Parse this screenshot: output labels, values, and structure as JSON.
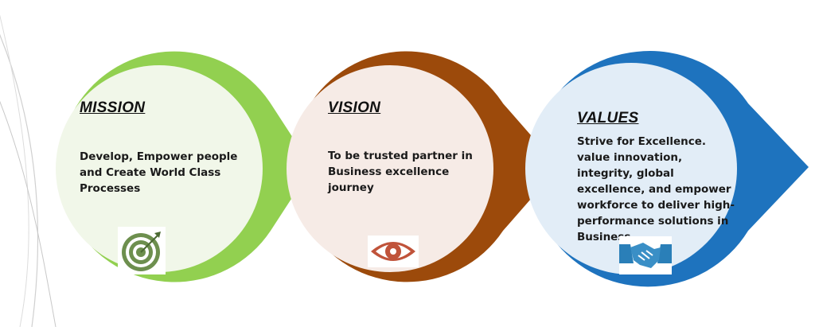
{
  "panels": [
    {
      "id": "mission",
      "heading": "MISSION",
      "text": "Develop, Empower people and Create World Class Processes",
      "icon": "target-icon",
      "ring_color": "#92d050",
      "fill_color": "#f1f7e9"
    },
    {
      "id": "vision",
      "heading": "VISION",
      "text": "To be trusted partner in Business excellence journey",
      "icon": "eye-icon",
      "ring_color": "#9c4a0b",
      "fill_color": "#f6ebe6"
    },
    {
      "id": "values",
      "heading": "VALUES",
      "text": "Strive for Excellence. value innovation, integrity, global excellence, and empower workforce to deliver high-performance solutions in Business.",
      "icon": "handshake-icon",
      "ring_color": "#1e73be",
      "fill_color": "#e2edf7"
    }
  ]
}
